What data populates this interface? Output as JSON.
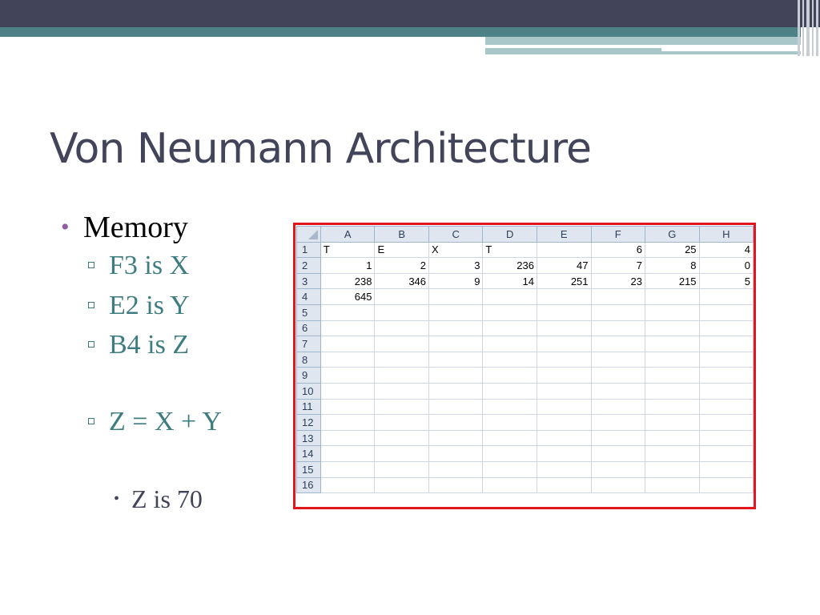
{
  "slide": {
    "title": "Von Neumann Architecture",
    "accent_colors": {
      "dark_band": "#42455a",
      "teal_band": "#4e8185",
      "bullet_purple": "#8e5aa3",
      "subbullet_teal": "#3d7c80",
      "highlight_red": "#e2161e"
    }
  },
  "bullets": {
    "memory": "Memory",
    "f3": "F3 is X",
    "e2": "E2 is Y",
    "b4": "B4 is Z",
    "eq": "Z = X + Y",
    "result": "Z is 70"
  },
  "spreadsheet": {
    "columns": [
      "A",
      "B",
      "C",
      "D",
      "E",
      "F",
      "G",
      "H"
    ],
    "rows": [
      {
        "n": "1",
        "cells": [
          {
            "v": "T",
            "t": "txt"
          },
          {
            "v": "E",
            "t": "txt"
          },
          {
            "v": "X",
            "t": "txt"
          },
          {
            "v": "T",
            "t": "txt"
          },
          {
            "v": "",
            "t": "txt"
          },
          {
            "v": "6",
            "t": "num"
          },
          {
            "v": "25",
            "t": "num"
          },
          {
            "v": "4",
            "t": "num"
          }
        ]
      },
      {
        "n": "2",
        "cells": [
          {
            "v": "1",
            "t": "num"
          },
          {
            "v": "2",
            "t": "num"
          },
          {
            "v": "3",
            "t": "num"
          },
          {
            "v": "236",
            "t": "num"
          },
          {
            "v": "47",
            "t": "num"
          },
          {
            "v": "7",
            "t": "num"
          },
          {
            "v": "8",
            "t": "num"
          },
          {
            "v": "0",
            "t": "num"
          }
        ]
      },
      {
        "n": "3",
        "cells": [
          {
            "v": "238",
            "t": "num"
          },
          {
            "v": "346",
            "t": "num"
          },
          {
            "v": "9",
            "t": "num"
          },
          {
            "v": "14",
            "t": "num"
          },
          {
            "v": "251",
            "t": "num"
          },
          {
            "v": "23",
            "t": "num"
          },
          {
            "v": "215",
            "t": "num"
          },
          {
            "v": "5",
            "t": "num"
          }
        ]
      },
      {
        "n": "4",
        "cells": [
          {
            "v": "645",
            "t": "num"
          },
          {
            "v": "",
            "t": "num"
          },
          {
            "v": "",
            "t": "num"
          },
          {
            "v": "",
            "t": "num"
          },
          {
            "v": "",
            "t": "num"
          },
          {
            "v": "",
            "t": "num"
          },
          {
            "v": "",
            "t": "num"
          },
          {
            "v": "",
            "t": "num"
          }
        ]
      },
      {
        "n": "5",
        "cells": []
      },
      {
        "n": "6",
        "cells": []
      },
      {
        "n": "7",
        "cells": []
      },
      {
        "n": "8",
        "cells": []
      },
      {
        "n": "9",
        "cells": []
      },
      {
        "n": "10",
        "cells": []
      },
      {
        "n": "11",
        "cells": []
      },
      {
        "n": "12",
        "cells": []
      },
      {
        "n": "13",
        "cells": []
      },
      {
        "n": "14",
        "cells": []
      },
      {
        "n": "15",
        "cells": []
      },
      {
        "n": "16",
        "cells": []
      }
    ]
  }
}
